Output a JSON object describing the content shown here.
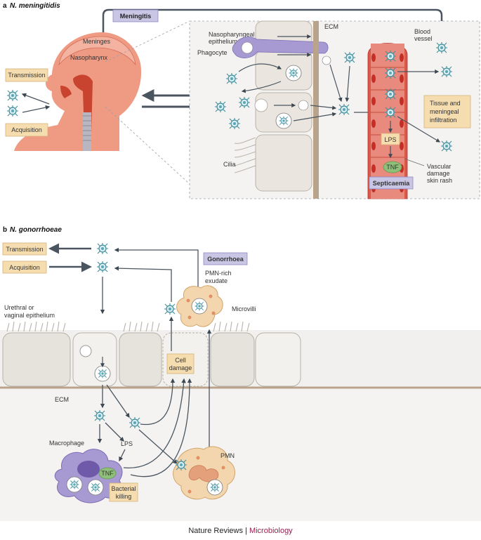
{
  "panel_a": {
    "letter": "a",
    "title": "N. meningitidis",
    "disease": "Meningitis",
    "labels": {
      "meninges": "Meninges",
      "nasopharynx": "Nasopharynx",
      "transmission": "Transmission",
      "acquisition": "Acquisition",
      "epithelium_line1": "Nasopharyngeal",
      "epithelium_line2": "epithelium",
      "phagocyte": "Phagocyte",
      "ecm": "ECM",
      "blood_line1": "Blood",
      "blood_line2": "vessel",
      "tissue_line1": "Tissue and",
      "tissue_line2": "meningeal",
      "tissue_line3": "infiltration",
      "lps": "LPS",
      "tnf": "TNF",
      "cilia": "Cilia",
      "vascular_line1": "Vascular",
      "vascular_line2": "damage",
      "vascular_line3": "skin rash",
      "septicaemia": "Septicaemia"
    }
  },
  "panel_b": {
    "letter": "b",
    "title": "N. gonorrhoeae",
    "disease": "Gonorrhoea",
    "labels": {
      "transmission": "Transmission",
      "acquisition": "Acquisition",
      "pmn_exudate_line1": "PMN-rich",
      "pmn_exudate_line2": "exudate",
      "epithelium_line1": "Urethral or",
      "epithelium_line2": "vaginal epithelium",
      "microvilli": "Microvilli",
      "cell_damage_line1": "Cell",
      "cell_damage_line2": "damage",
      "ecm": "ECM",
      "macrophage": "Macrophage",
      "lps": "LPS",
      "tnf": "TNF",
      "killing_line1": "Bacterial",
      "killing_line2": "killing",
      "pmn": "PMN"
    }
  },
  "footer": {
    "journal": "Nature Reviews",
    "separator": " | ",
    "section": "Microbiology"
  },
  "colors": {
    "accent_box": "#f6ddb0",
    "disease_box": "#c9c5e4",
    "arrow": "#4a5560",
    "blood": "#d9584a",
    "skin": "#ef9a83",
    "macrophage": "#a79ad2",
    "bacterium": "#5aa6b4",
    "ecm": "#b9a38b",
    "magenta": "#9a1d4f"
  }
}
